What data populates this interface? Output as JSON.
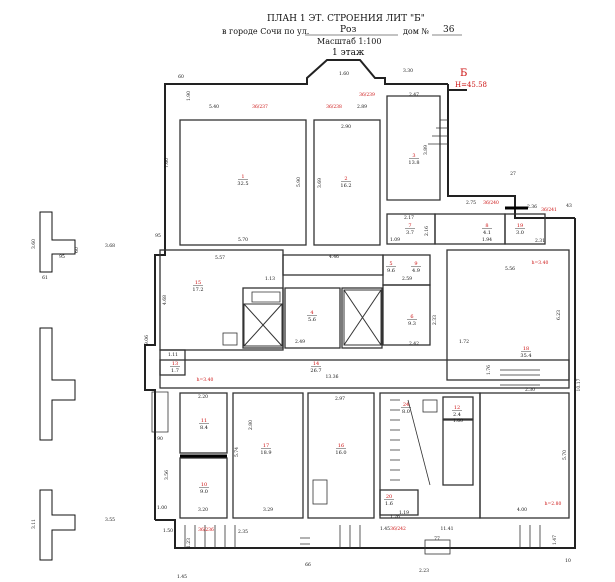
{
  "header": {
    "title": "ПЛАН  1  ЭТ. СТРОЕНИЯ ЛИТ \"Б\"",
    "city_line": "в городе Сочи по ул.",
    "street": "Роз",
    "house_label": "дом №",
    "house_number": "36",
    "scale": "Масштаб 1:100",
    "floor": "1 этаж"
  },
  "building_mark": {
    "letter": "Б",
    "height": "H=45.58"
  },
  "colors": {
    "line": "#111111",
    "red": "#cc1111",
    "wall": "#222222"
  },
  "rooms": [
    {
      "num": "1",
      "area": "32.5"
    },
    {
      "num": "2",
      "area": "16.2"
    },
    {
      "num": "3",
      "area": "13.8"
    },
    {
      "num": "4",
      "area": "5.6"
    },
    {
      "num": "5",
      "area": "9.6"
    },
    {
      "num": "6",
      "area": "9.3"
    },
    {
      "num": "7",
      "area": "3.7"
    },
    {
      "num": "8",
      "area": "4.1"
    },
    {
      "num": "9",
      "area": "4.9"
    },
    {
      "num": "10",
      "area": "9.0"
    },
    {
      "num": "11",
      "area": "8.4"
    },
    {
      "num": "12",
      "area": "2.4"
    },
    {
      "num": "13",
      "area": "1.7"
    },
    {
      "num": "14",
      "area": "26.7"
    },
    {
      "num": "15",
      "area": "17.2"
    },
    {
      "num": "16",
      "area": "16.0"
    },
    {
      "num": "17",
      "area": "18.9"
    },
    {
      "num": "18",
      "area": "35.4"
    },
    {
      "num": "19",
      "area": "3.0"
    },
    {
      "num": "20",
      "area": "1.6"
    },
    {
      "num": "24",
      "area": "8.0"
    }
  ],
  "dims": {
    "d60a": "60",
    "d190": "1.90",
    "d540": "5.40",
    "d570": "5.70",
    "d760": "7.60",
    "d590": "5.90",
    "d290": "2.90",
    "d289": "2.89",
    "d369": "3.69",
    "d160": "1.60",
    "d330": "3.30",
    "d247": "2.47",
    "d389": "3.89",
    "d95": "95",
    "d217": "2.17",
    "d109": "1.09",
    "d194": "1.94",
    "d275": "2.75",
    "d216": "2.16",
    "d236": "2.36",
    "d27": "27",
    "d43": "43",
    "d231": "2.31",
    "d446": "4.46",
    "d259": "2.59",
    "d557": "5.57",
    "d113": "1.13",
    "d556": "5.56",
    "d623": "6.23",
    "d468": "4.68",
    "d906": "9.06",
    "d249": "2.49",
    "d242": "2.42",
    "d233": "2.33",
    "d172": "1.72",
    "d111": "1.11",
    "d1336": "13.36",
    "d176": "1.76",
    "d230": "2.30",
    "d1017": "10.17",
    "d220": "2.20",
    "d297": "2.97",
    "d280": "2.80",
    "d160b": "1.60",
    "d574": "5.74",
    "d570b": "5.70",
    "d356": "3.56",
    "d320": "3.20",
    "d329": "3.29",
    "d400": "4.00",
    "d1141": "11.41",
    "d100": "1.00",
    "d150": "1.50",
    "d145": "1.45",
    "d147": "1.47",
    "d223": "2.23",
    "d77": "77",
    "d66": "66",
    "d368": "3.68",
    "d355": "3.55",
    "d95l": "95",
    "d61": "61",
    "d60l": "60",
    "d360": "3.60",
    "d311": "3.11",
    "d90": "90",
    "d126": "1.26",
    "d119": "1.19",
    "d145b": "1.45",
    "d235": "2.35",
    "d123": "1.23",
    "d10": "10"
  },
  "red_labels": {
    "h340a": "h=3.40",
    "h340b": "h=3.40",
    "h280": "h=2.80",
    "r36_237": "36/237",
    "r36_238": "36/238",
    "r36_239": "36/239",
    "r36_240": "36/240",
    "r36_241": "36/241",
    "r36_236": "36/236",
    "r36_242": "36/242"
  }
}
